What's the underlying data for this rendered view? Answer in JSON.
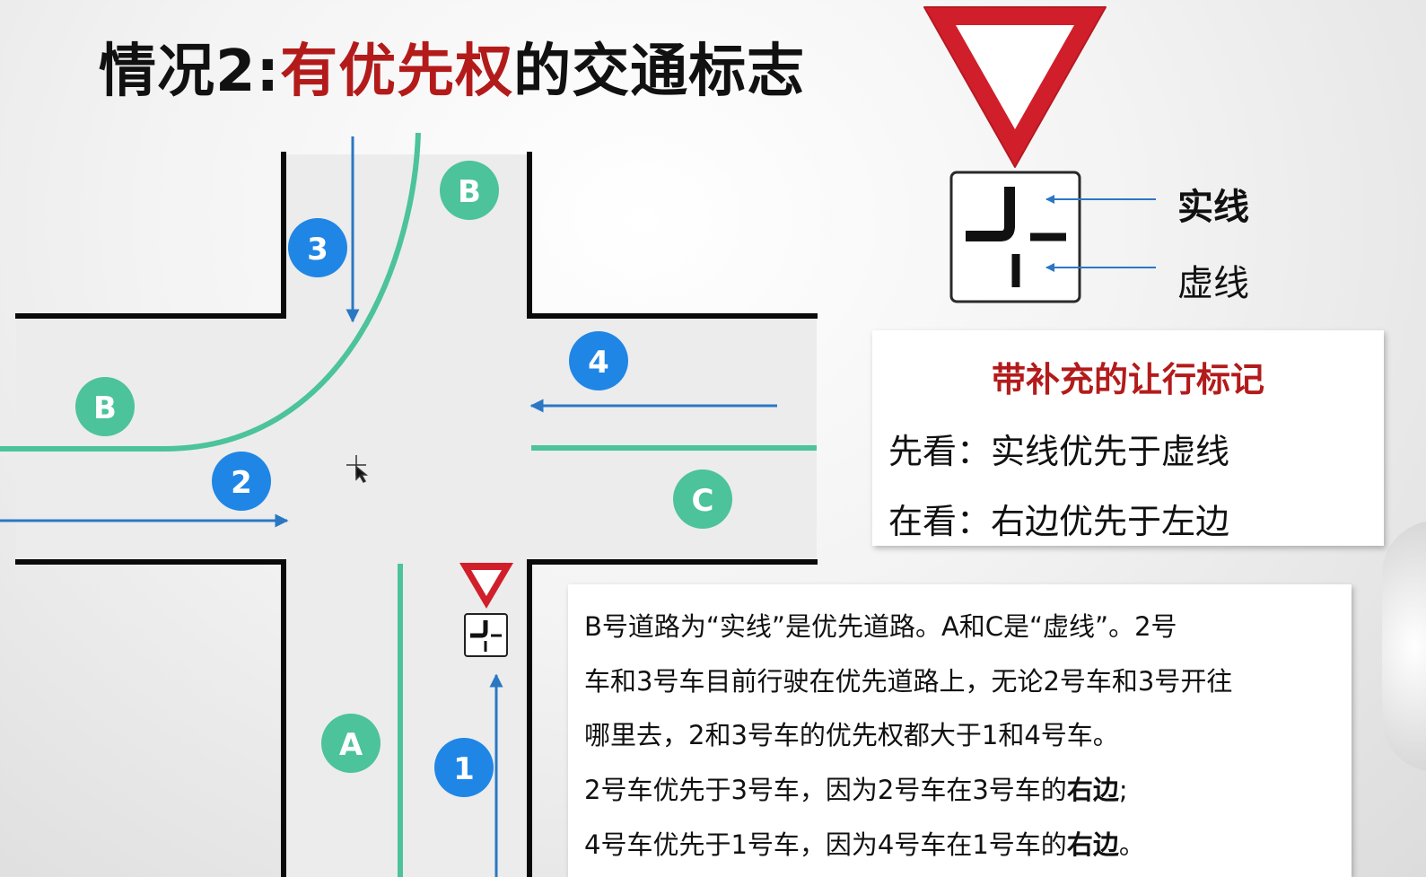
{
  "title": {
    "prefix": "情况2:",
    "highlight": "有优先权",
    "suffix": "的交通标志"
  },
  "diagram": {
    "road_labels": [
      "B",
      "B",
      "A",
      "C"
    ],
    "car_numbers": [
      "1",
      "2",
      "3",
      "4"
    ]
  },
  "legend": {
    "solid": "实线",
    "dashed": "虚线"
  },
  "rule_box": {
    "title": "带补充的让行标记",
    "line1": "先看：实线优先于虚线",
    "line2": "在看：右边优先于左边"
  },
  "explanation": {
    "line0": "B号道路为“实线”是优先道路。A和C是“虚线”。2号",
    "line1": "车和3号车目前行驶在优先道路上，无论2号车和3号开往",
    "line2": "哪里去，2和3号车的优先权都大于1和4号车。",
    "line3_a": "2号车优先于3号车，因为2号车在3号车的",
    "line3_b": "右边",
    "line3_c": ";",
    "line4_a": "4号车优先于1号车，因为4号车在1号车的",
    "line4_b": "右边",
    "line4_c": "。"
  },
  "colors": {
    "accent_red": "#b31b1b",
    "road_green": "#4cc39a",
    "car_blue": "#1f86e6",
    "arrow_blue": "#2b77c4"
  },
  "icons": [
    "yield-sign-icon",
    "priority-road-supplement-sign-icon",
    "cursor-move-icon"
  ]
}
